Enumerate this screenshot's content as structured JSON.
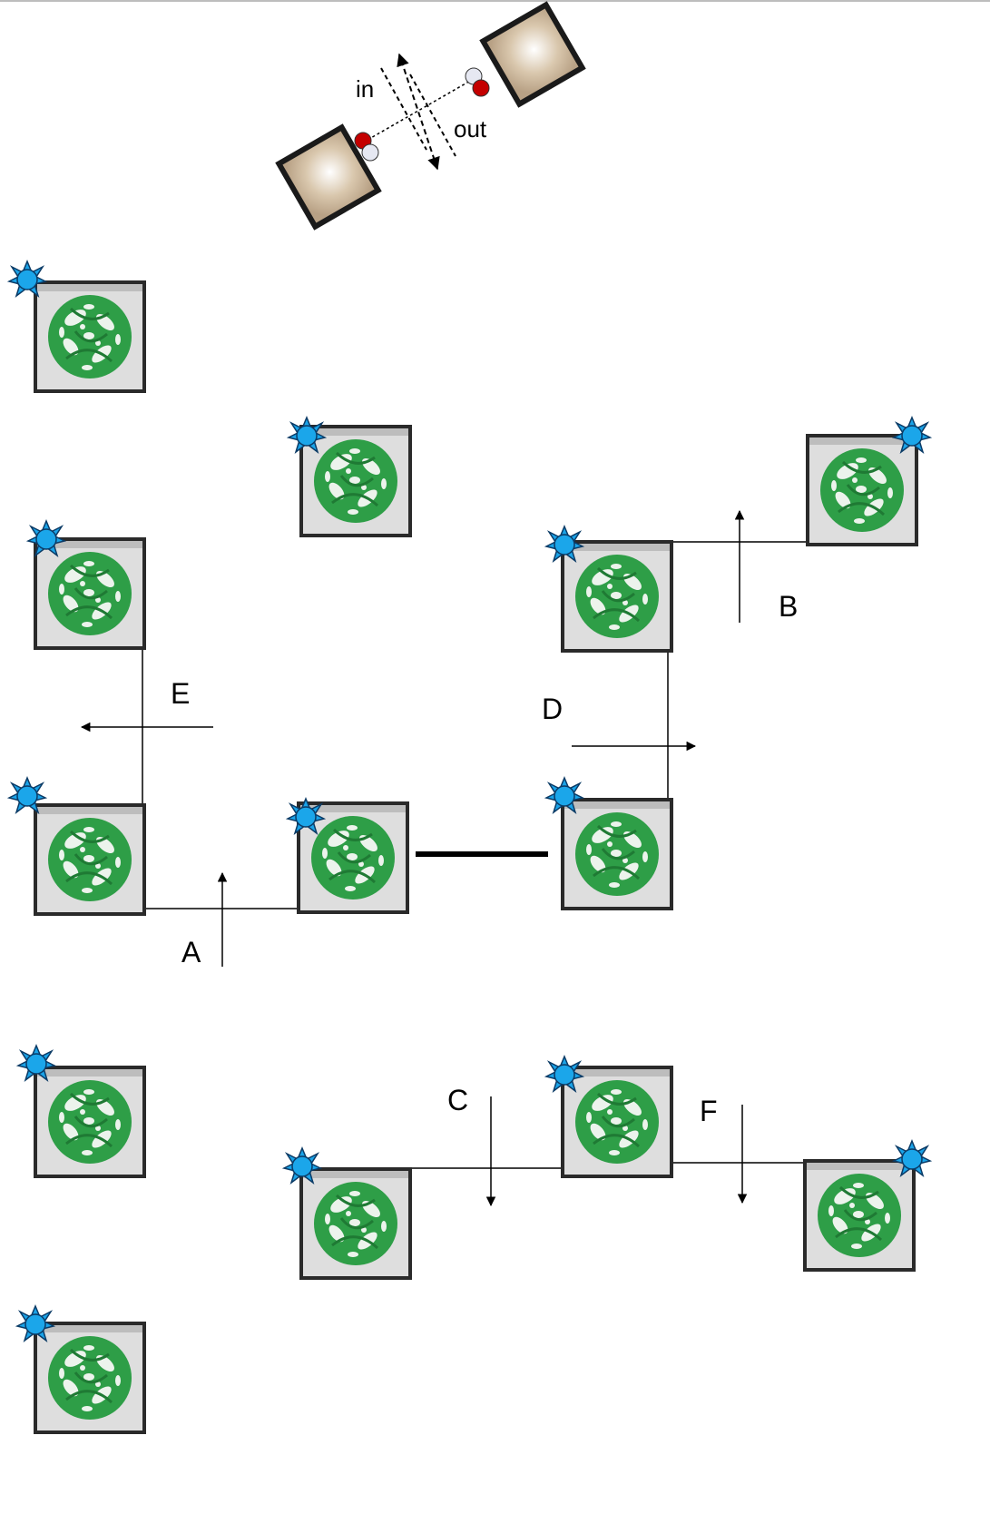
{
  "diagram": {
    "legend": {
      "in_label": "in",
      "out_label": "out",
      "port_colors": {
        "red": "#c40000",
        "white": "#e6e8f2"
      },
      "block_color": "#c8b49a"
    },
    "section_labels": {
      "A": "A",
      "B": "B",
      "C": "C",
      "D": "D",
      "E": "E",
      "F": "F"
    },
    "tile": {
      "icon": "green-circular-tile-icon",
      "badge_icon": "blue-star-icon",
      "badge_color": "#1aa3e8",
      "pattern_color": "#2fa84f",
      "background_color": "#dcdcdc"
    }
  }
}
